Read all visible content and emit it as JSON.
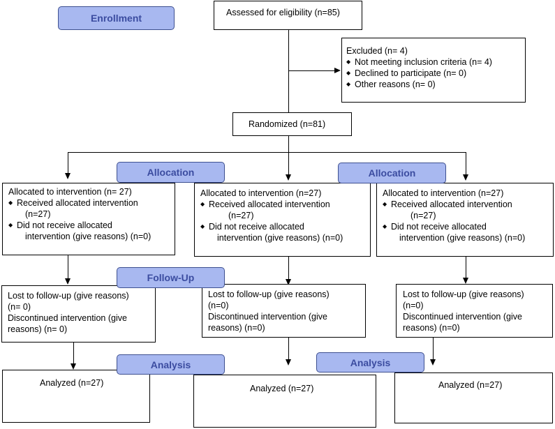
{
  "stages": {
    "enrollment": "Enrollment",
    "allocation": "Allocation",
    "follow_up": "Follow-Up",
    "analysis": "Analysis"
  },
  "assessed": "Assessed for eligibility (n=85)",
  "excluded": {
    "title": "Excluded  (n= 4)",
    "items": [
      "Not meeting inclusion criteria (n= 4)",
      "Declined to participate (n= 0)",
      "Other reasons (n= 0)"
    ]
  },
  "randomized": "Randomized (n=81)",
  "bullet": "◆",
  "allocation_boxes": [
    {
      "title": "Allocated to intervention (n= 27)",
      "received": "Received allocated intervention",
      "received_n": "(n=27)",
      "not_received": "Did not receive allocated",
      "not_received_cont": "intervention (give reasons) (n=0)"
    },
    {
      "title": "Allocated to intervention (n=27)",
      "received": "Received allocated intervention",
      "received_n": "(n=27)",
      "not_received": "Did not receive allocated",
      "not_received_cont": "intervention (give reasons) (n=0)"
    },
    {
      "title": "Allocated to intervention (n=27)",
      "received": "Received allocated intervention",
      "received_n": "(n=27)",
      "not_received": "Did not receive allocated",
      "not_received_cont": "intervention (give reasons) (n=0)"
    }
  ],
  "followup_boxes": [
    {
      "lost": "Lost to follow-up (give reasons)",
      "lost_n": "(n= 0)",
      "disc": "Discontinued intervention (give",
      "disc_n": "reasons) (n= 0)"
    },
    {
      "lost": "Lost to follow-up (give reasons)",
      "lost_n": "(n=0)",
      "disc": "Discontinued intervention (give",
      "disc_n": "reasons) (n=0)"
    },
    {
      "lost": "Lost to follow-up (give reasons)",
      "lost_n": "(n=0)",
      "disc": "Discontinued intervention (give",
      "disc_n": "reasons) (n=0)"
    }
  ],
  "analysis_boxes": [
    "Analyzed (n=27)",
    "Analyzed (n=27)",
    "Analyzed (n=27)"
  ]
}
